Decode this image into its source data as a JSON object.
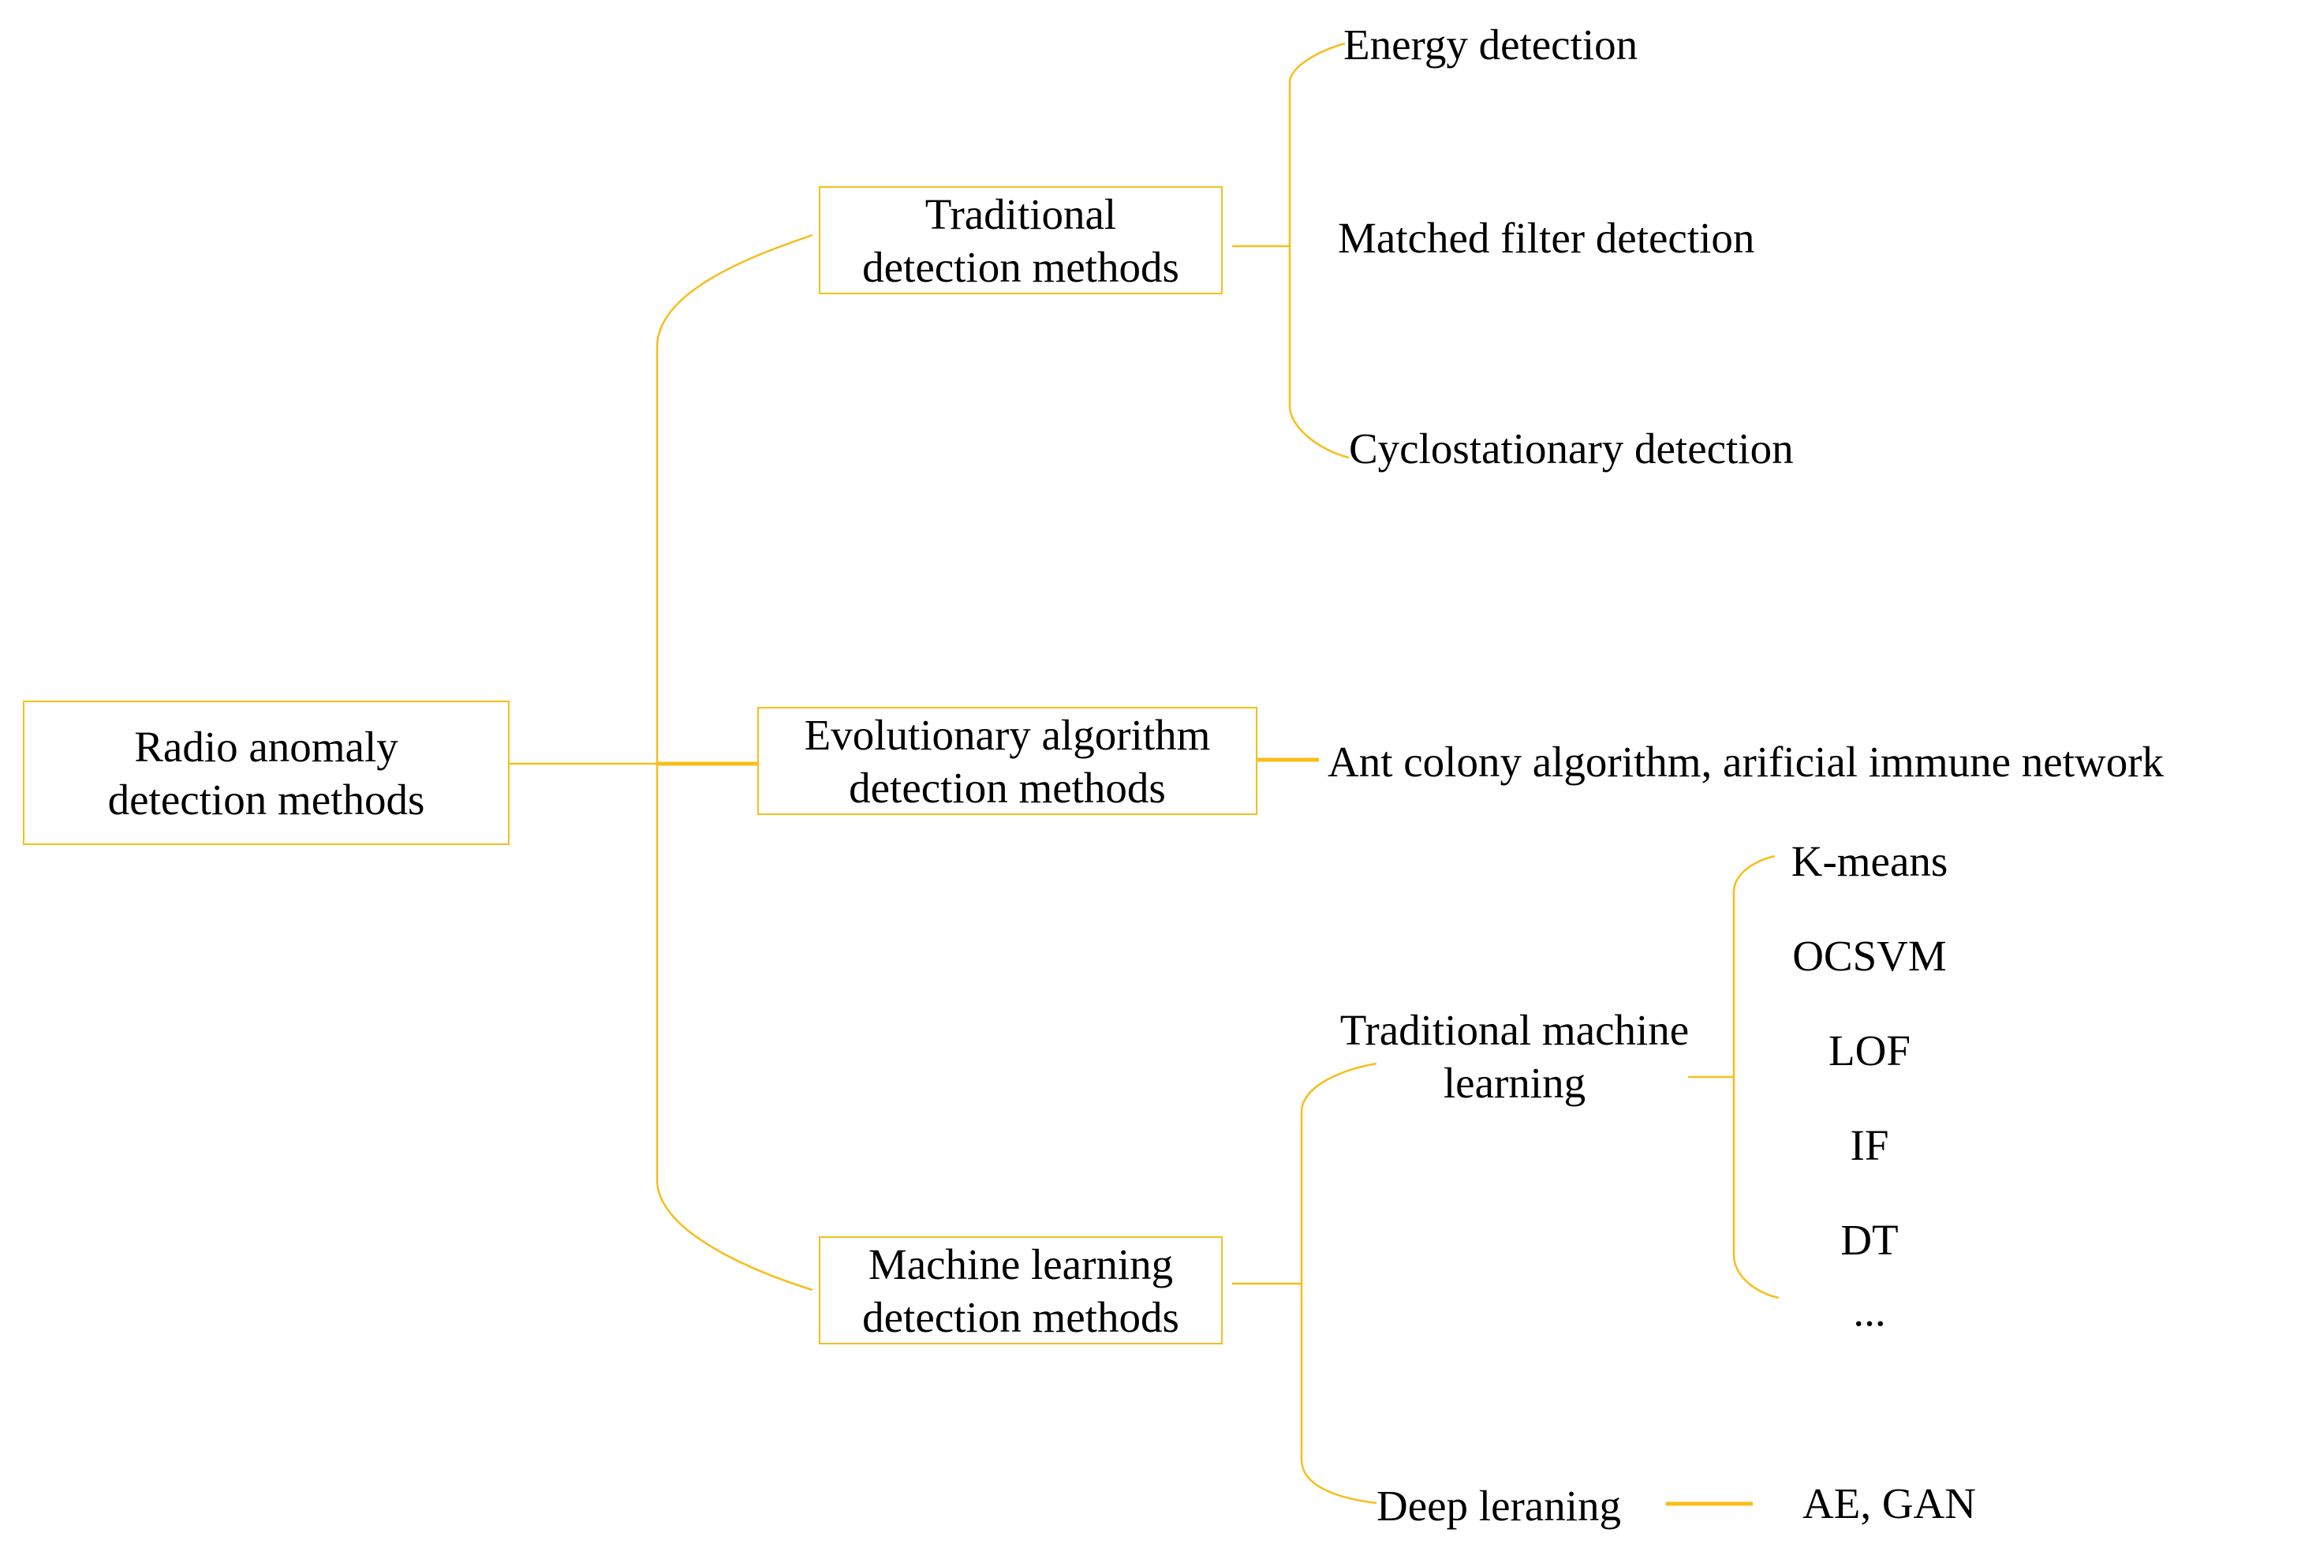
{
  "root": {
    "label": "Radio anomaly\ndetection methods"
  },
  "branches": {
    "traditional": {
      "label": "Traditional\ndetection methods"
    },
    "evolutionary": {
      "label": "Evolutionary algorithm\ndetection methods"
    },
    "machine_learning": {
      "label": "Machine learning\ndetection methods"
    }
  },
  "traditional_leaves": [
    "Energy detection",
    "Matched filter detection",
    "Cyclostationary detection"
  ],
  "evolutionary_leaf": "Ant colony algorithm, arificial immune network",
  "ml_sub": {
    "traditional_ml": {
      "label": "Traditional machine\nlearning"
    },
    "deep_learning": {
      "label": "Deep leraning"
    }
  },
  "traditional_ml_leaves": [
    "K-means",
    "OCSVM",
    "LOF",
    "IF",
    "DT",
    "..."
  ],
  "deep_learning_leaf": "AE, GAN",
  "colors": {
    "accent": "#F7BE1C"
  }
}
